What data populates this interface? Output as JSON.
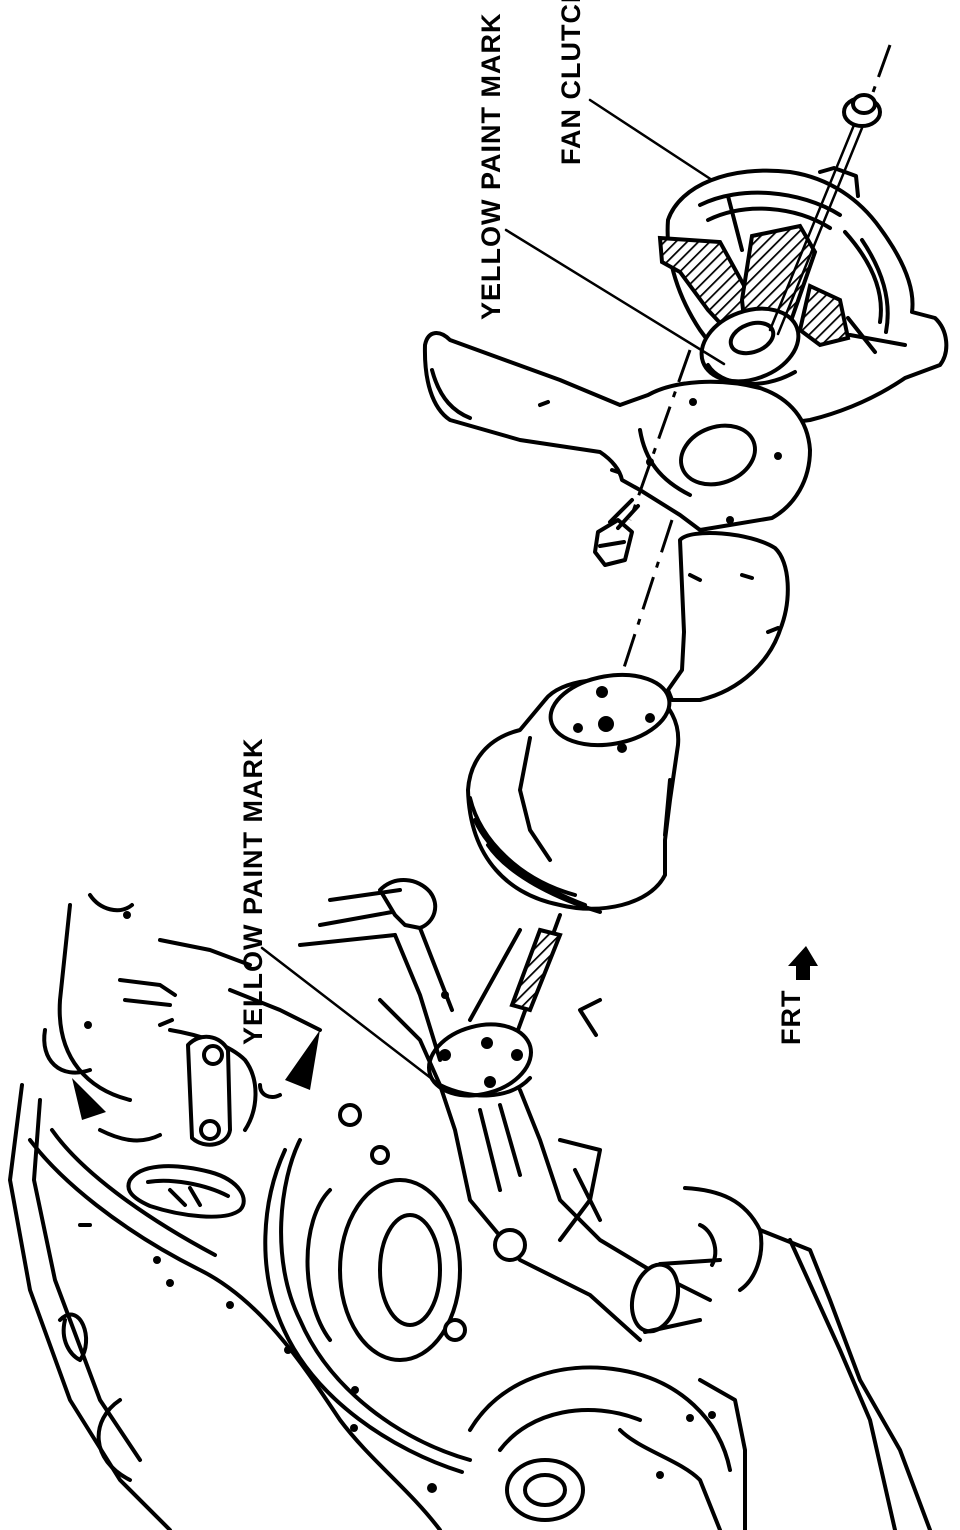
{
  "labels": {
    "fan_clutch": "FAN CLUTCH",
    "yellow_paint_mark_upper": "YELLOW PAINT MARK",
    "yellow_paint_mark_lower": "YELLOW PAINT MARK",
    "front_indicator": "FRT"
  },
  "icons": {
    "front_arrow": "arrow-icon"
  }
}
